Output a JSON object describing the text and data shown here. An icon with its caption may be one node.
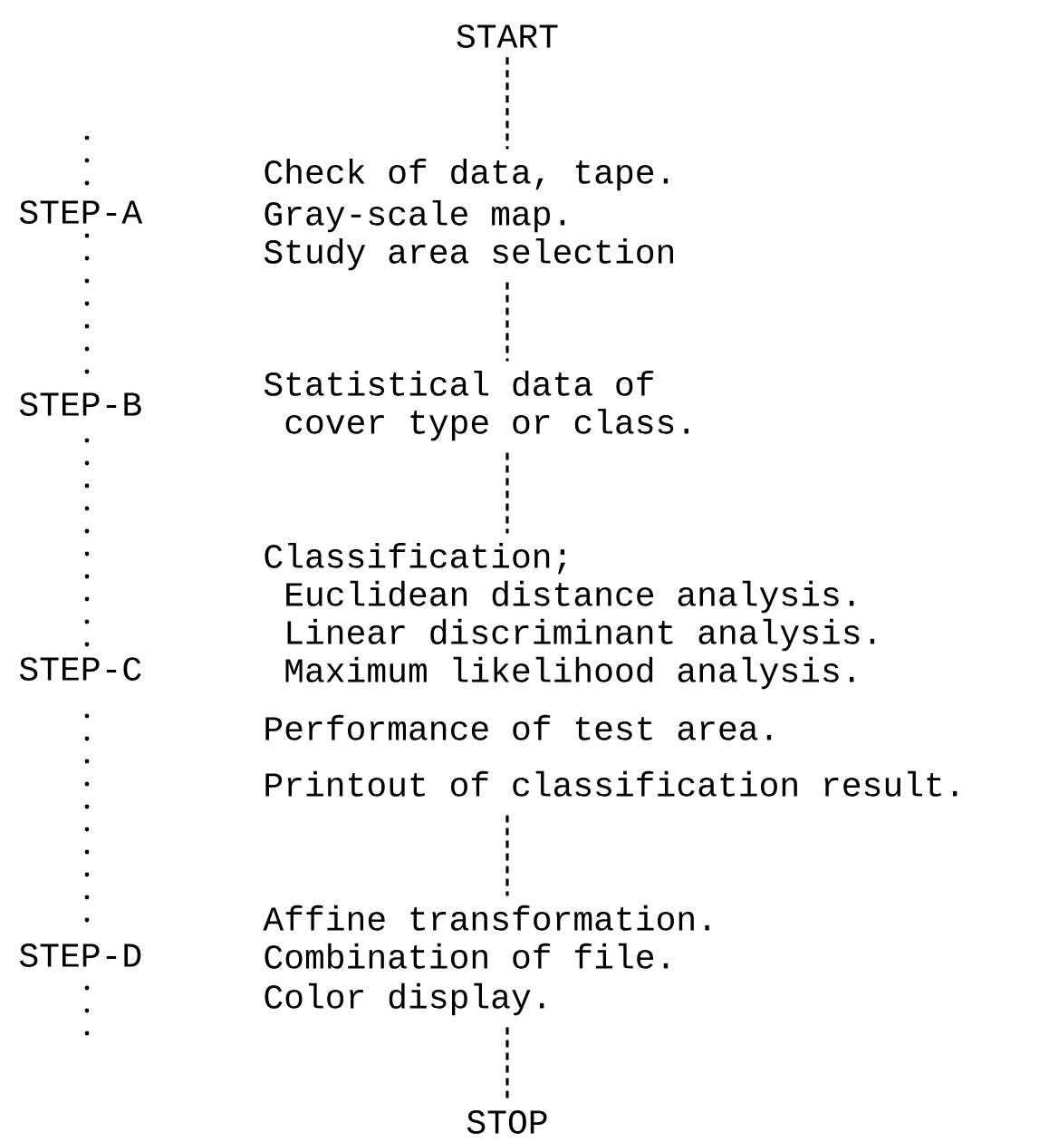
{
  "diagram": {
    "nodes": [
      {
        "text": [
          "START"
        ]
      },
      {
        "text": [
          "Check of data, tape.",
          "Gray-scale map.",
          "Study area selection"
        ]
      },
      {
        "text": [
          "Statistical data of",
          "cover type or class."
        ]
      },
      {
        "text": [
          "Classification;",
          "Euclidean distance analysis.",
          "Linear discriminant analysis.",
          "Maximum likelihood analysis.",
          "Performance of test area.",
          "Printout of classification result."
        ]
      },
      {
        "text": [
          "Affine transformation.",
          "Combination of file.",
          "Color display."
        ]
      },
      {
        "text": [
          "STOP"
        ]
      }
    ],
    "edges": [
      {
        "from": 0,
        "to": 1,
        "arrow": "none",
        "style": "dashed"
      },
      {
        "from": 1,
        "to": 2,
        "arrow": "none",
        "style": "dashed"
      },
      {
        "from": 2,
        "to": 3,
        "arrow": "none",
        "style": "dashed"
      },
      {
        "from": 3,
        "to": 4,
        "arrow": "none",
        "style": "dashed"
      },
      {
        "from": 4,
        "to": 5,
        "arrow": "none",
        "style": "dashed"
      }
    ],
    "labels": [
      "STEP-A",
      "STEP-B",
      "STEP-C",
      "STEP-D"
    ]
  }
}
